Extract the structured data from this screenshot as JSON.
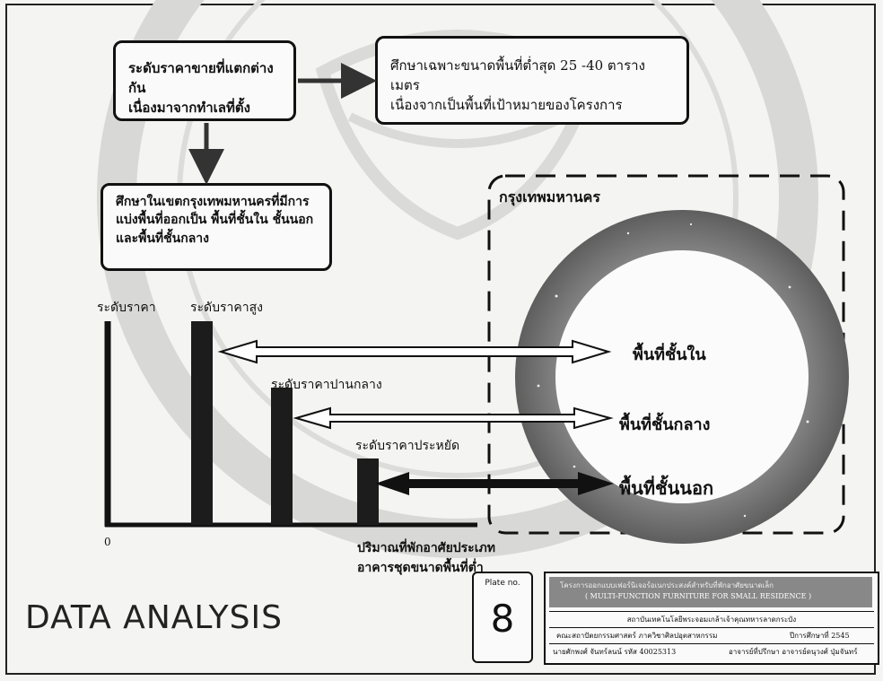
{
  "flow": {
    "box1": {
      "line1": "ระดับราคาขายที่แตกต่างกัน",
      "line2": "เนื่องมาจากทำเลที่ตั้ง"
    },
    "box2": {
      "line1": "ศึกษาเฉพาะขนาดพื้นที่ต่ำสุด 25 -40 ตารางเมตร",
      "line2": "เนื่องจากเป็นพื้นที่เป้าหมายของโครงการ"
    },
    "box3": {
      "line1": "ศึกษาในเขตกรุงเทพมหานครที่มีการ",
      "line2": "แบ่งพื้นที่ออกเป็น พื้นที่ชั้นใน ชั้นนอก",
      "line3": "และพื้นที่ชั้นกลาง"
    }
  },
  "chart": {
    "y_axis_label": "ระดับราคา",
    "x_axis_label_line1": "ปริมาณที่พักอาศัยประเภท",
    "x_axis_label_line2": "อาคารชุดขนาดพื้นที่ต่ำ",
    "origin_label": "0",
    "bars": [
      {
        "label": "ระดับราคาสูง",
        "level": "high"
      },
      {
        "label": "ระดับราคาปานกลาง",
        "level": "medium"
      },
      {
        "label": "ระดับราคาประหยัด",
        "level": "low"
      }
    ]
  },
  "map": {
    "title": "กรุงเทพมหานคร",
    "zones": {
      "inner": "พื้นที่ชั้นใน",
      "middle": "พื้นที่ชั้นกลาง",
      "outer": "พื้นที่ชั้นนอก"
    }
  },
  "footer": {
    "title": "DATA ANALYSIS",
    "plate_label": "Plate no.",
    "plate_number": "8",
    "titleblock": {
      "project_th": "โครงการออกแบบเฟอร์นิเจอร์อเนกประสงค์สำหรับที่พักอาศัยขนาดเล็ก",
      "project_en": "( MULTI-FUNCTION FURNITURE FOR SMALL RESIDENCE )",
      "institute": "สถาบันเทคโนโลยีพระจอมเกล้าเจ้าคุณทหารลาดกระบัง",
      "faculty": "คณะสถาปัตยกรรมศาสตร์ ภาควิชาศิลปอุตสาหกรรม",
      "year": "ปีการศึกษาที่ 2545",
      "student": "นายศักพงศ์ จันทร์ลนน์ รหัส 40025313",
      "advisor": "อาจารย์ที่ปรึกษา อาจารย์ดนุวงศ์ ปุ่มจันทร์"
    }
  }
}
